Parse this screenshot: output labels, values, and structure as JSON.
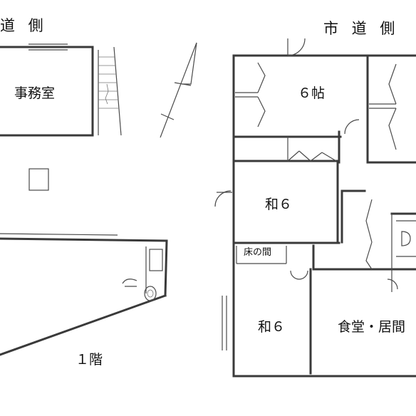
{
  "streets": {
    "left": "道 側",
    "right": "市 道 側"
  },
  "rooms": {
    "office": "事務室",
    "six_jo_top": "６帖",
    "wa6_upper": "和６",
    "tokonoma": "床の間",
    "wa6_lower": "和６",
    "dining_living": "食堂・居間"
  },
  "floor": "１階"
}
